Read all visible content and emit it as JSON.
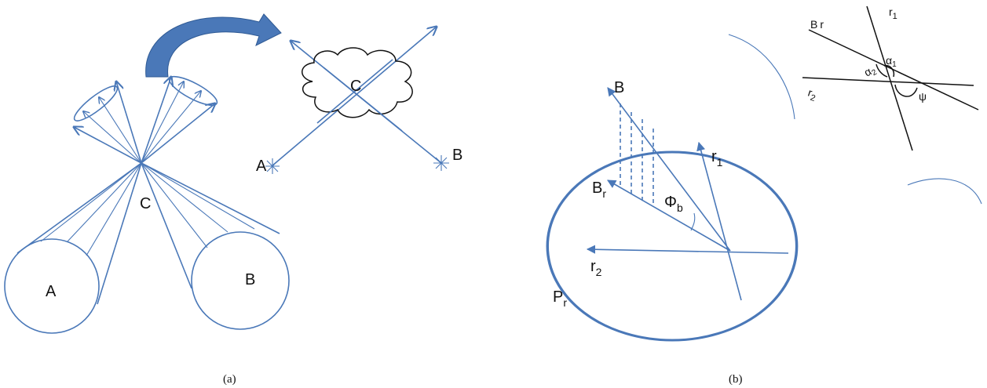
{
  "colors": {
    "line": "#4a78b8",
    "black": "#111111"
  },
  "panel_a": {
    "caption": "(a)",
    "circle_a_label": "A",
    "circle_b_label": "B",
    "center_label": "C",
    "cloud_label": "C",
    "endpoint_a_label": "A",
    "endpoint_b_label": "B"
  },
  "panel_b": {
    "caption": "(b)",
    "vector_b": "B",
    "vector_br": "B",
    "vector_br_sub": "r",
    "vector_r1": "r",
    "vector_r1_sub": "1",
    "vector_r2": "r",
    "vector_r2_sub": "2",
    "angle_phi": "Φ",
    "angle_phi_sub": "b",
    "plane": "P",
    "plane_sub": "r",
    "inset_br": "B",
    "inset_br_sub": "r",
    "inset_r1": "r",
    "inset_r1_sub": "1",
    "inset_r2": "r",
    "inset_r2_sub": "2",
    "inset_alpha1": "α",
    "inset_alpha1_sub": "1",
    "inset_alpha2": "α",
    "inset_alpha2_sub": "2",
    "inset_psi": "ψ"
  }
}
